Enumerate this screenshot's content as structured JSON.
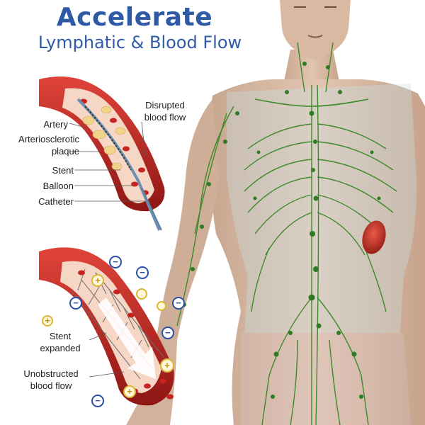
{
  "title": {
    "line1": "Accelerate",
    "line2": "Lymphatic & Blood Flow"
  },
  "top_diagram": {
    "labels": {
      "disrupted_line1": "Disrupted",
      "disrupted_line2": "blood flow",
      "artery": "Artery",
      "arteriosclerotic_line1": "Arteriosclerotic",
      "arteriosclerotic_line2": "plaque",
      "stent": "Stent",
      "balloon": "Balloon",
      "catheter": "Catheter"
    }
  },
  "bottom_diagram": {
    "labels": {
      "stent_line1": "Stent",
      "stent_line2": "expanded",
      "unobstructed_line1": "Unobstructed",
      "unobstructed_line2": "blood flow"
    },
    "particles": {
      "negative_symbol": "−",
      "positive_symbol": "+"
    }
  },
  "colors": {
    "title": "#2f5aa6",
    "vessel": "#b8201e",
    "lymph": "#3d8a2a",
    "negative": "#2b4fa8",
    "positive": "#d8b838"
  }
}
